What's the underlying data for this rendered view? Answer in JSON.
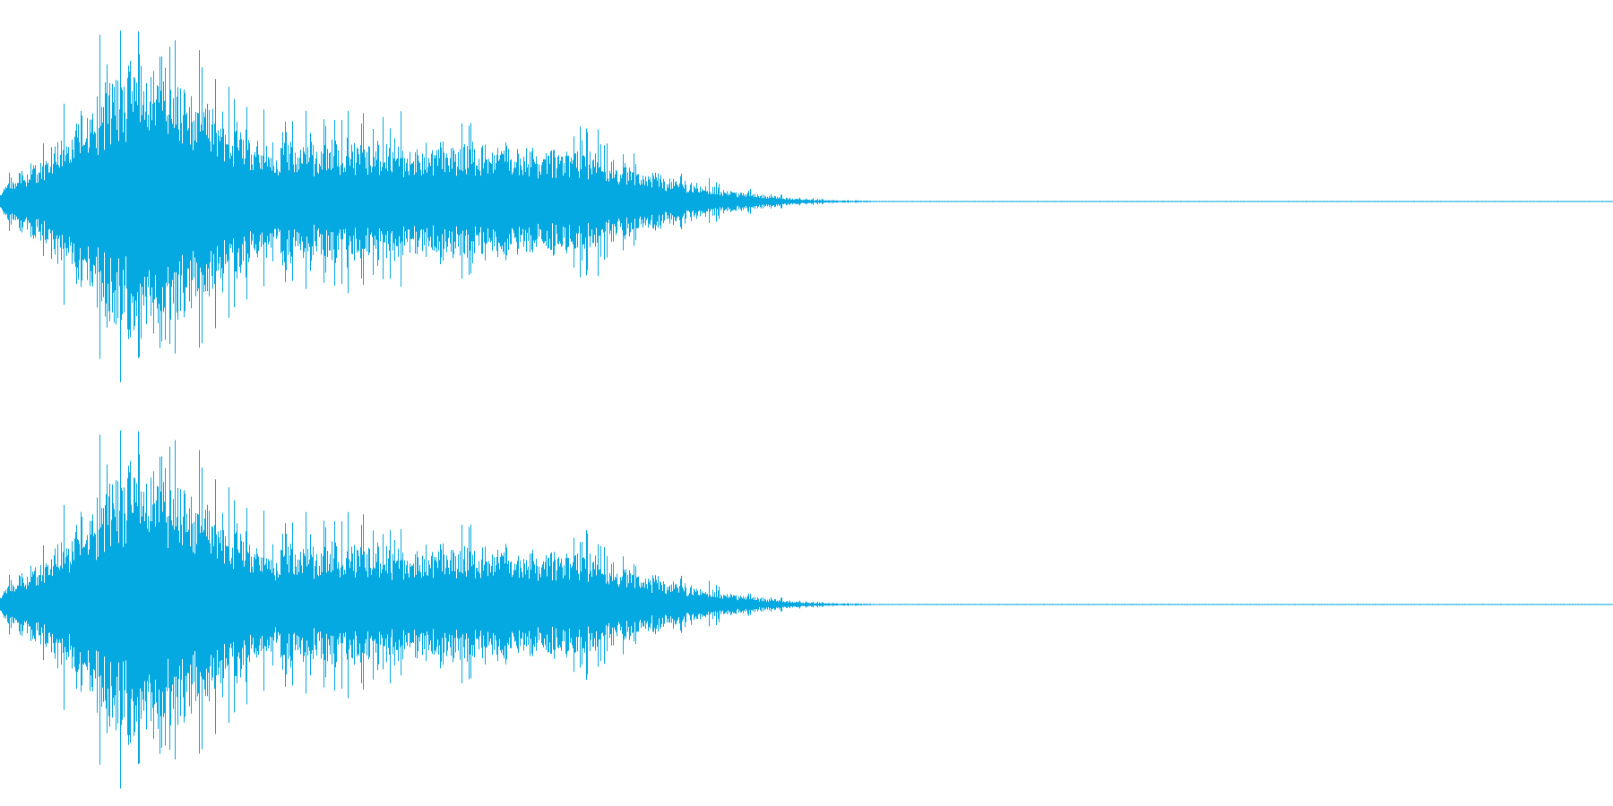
{
  "waveform": {
    "color": "#05a9e1",
    "background": "#ffffff",
    "channels": [
      {
        "channel": "left"
      },
      {
        "channel": "right"
      }
    ],
    "envelope": {
      "attack_end": 0.085,
      "peak_amplitude": 1.0,
      "body_level": 0.3,
      "body_end": 0.36,
      "tail_end": 0.54,
      "sustain_line": true
    }
  }
}
